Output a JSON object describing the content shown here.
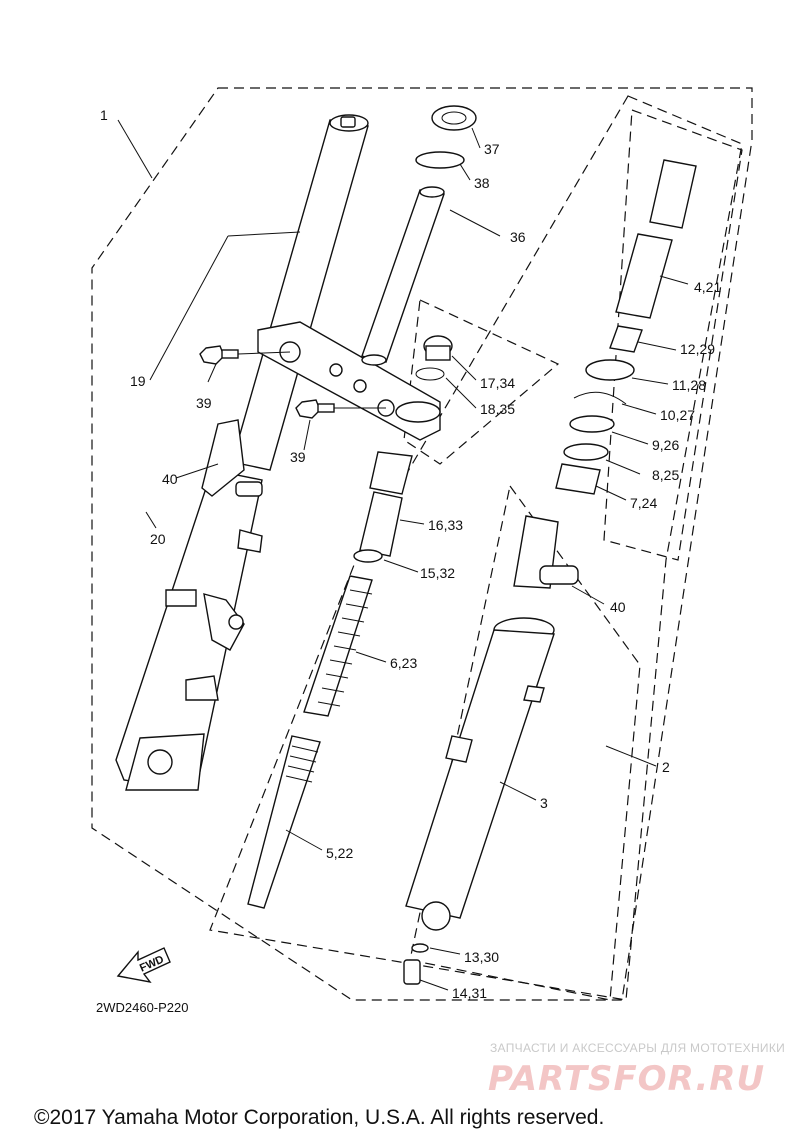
{
  "diagram": {
    "reference_code": "2WD2460-P220",
    "direction_label": "FWD",
    "callouts": [
      {
        "id": "1",
        "label": "1"
      },
      {
        "id": "2",
        "label": "2"
      },
      {
        "id": "3",
        "label": "3"
      },
      {
        "id": "4-21",
        "label": "4,21"
      },
      {
        "id": "5-22",
        "label": "5,22"
      },
      {
        "id": "6-23",
        "label": "6,23"
      },
      {
        "id": "7-24",
        "label": "7,24"
      },
      {
        "id": "8-25",
        "label": "8,25"
      },
      {
        "id": "9-26",
        "label": "9,26"
      },
      {
        "id": "10-27",
        "label": "10,27"
      },
      {
        "id": "11-28",
        "label": "11,28"
      },
      {
        "id": "12-29",
        "label": "12,29"
      },
      {
        "id": "13-30",
        "label": "13,30"
      },
      {
        "id": "14-31",
        "label": "14,31"
      },
      {
        "id": "15-32",
        "label": "15,32"
      },
      {
        "id": "16-33",
        "label": "16,33"
      },
      {
        "id": "17-34",
        "label": "17,34"
      },
      {
        "id": "18-35",
        "label": "18,35"
      },
      {
        "id": "19",
        "label": "19"
      },
      {
        "id": "20",
        "label": "20"
      },
      {
        "id": "36",
        "label": "36"
      },
      {
        "id": "37",
        "label": "37"
      },
      {
        "id": "38",
        "label": "38"
      },
      {
        "id": "39a",
        "label": "39"
      },
      {
        "id": "39b",
        "label": "39"
      },
      {
        "id": "40a",
        "label": "40"
      },
      {
        "id": "40b",
        "label": "40"
      }
    ]
  },
  "watermark": {
    "tagline": "ЗАПЧАСТИ И АКСЕССУАРЫ ДЛЯ МОТОТЕХНИКИ",
    "brand": "PARTSFOR.RU"
  },
  "copyright": "©2017 Yamaha Motor Corporation, U.S.A. All rights reserved."
}
